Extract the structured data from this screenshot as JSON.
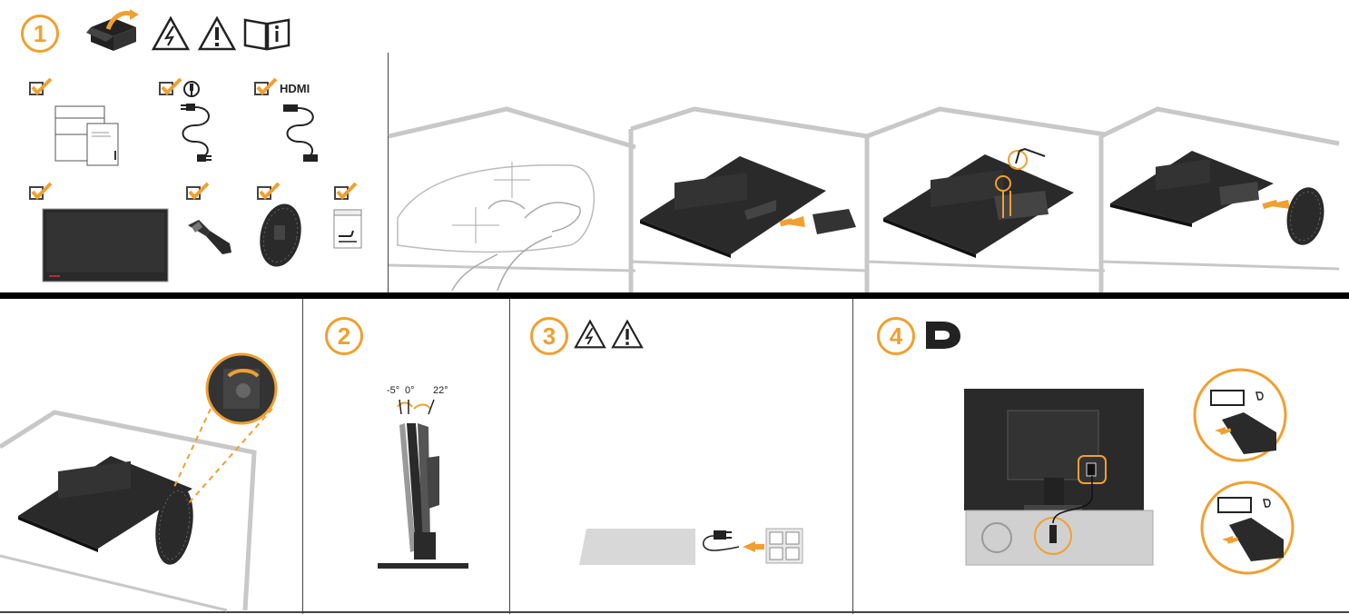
{
  "colors": {
    "accent": "#f0a030",
    "dark": "#222222",
    "gray": "#c8c8c8",
    "rule": "#000000"
  },
  "step1": {
    "number": "1",
    "icons": [
      "box-open-icon",
      "electric-warning-icon",
      "warning-icon",
      "manual-info-icon"
    ]
  },
  "unbox": {
    "hdmi_label": "HDMI",
    "items": [
      "documents",
      "power-cable",
      "hdmi-cable",
      "monitor-panel",
      "stand-arm",
      "stand-base",
      "screw-bag"
    ]
  },
  "step2": {
    "number": "2",
    "tilt": {
      "neg": "-5°",
      "zero": "0°",
      "pos": "22°"
    }
  },
  "step3": {
    "number": "3",
    "icons": [
      "electric-warning-icon",
      "warning-icon"
    ]
  },
  "step4": {
    "number": "4",
    "icons": [
      "displayport-logo-icon"
    ]
  }
}
